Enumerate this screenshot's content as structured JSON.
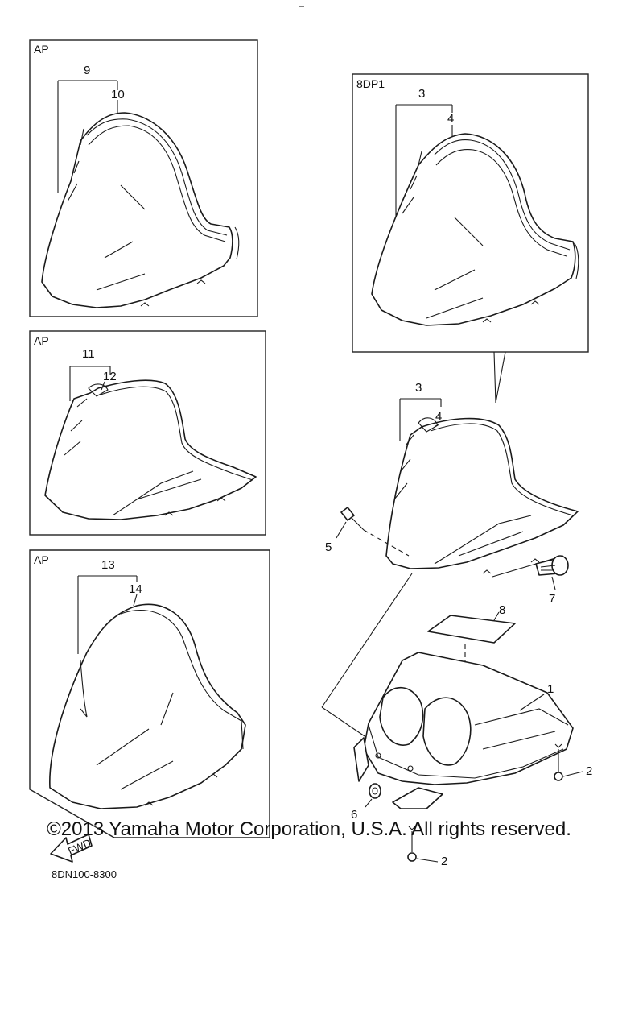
{
  "panels": {
    "top_left_tag": "AP",
    "mid_left_tag": "AP",
    "bottom_left_tag": "AP",
    "right_tag": "8DP1"
  },
  "callouts": {
    "c1": "1",
    "c2a": "2",
    "c2b": "2",
    "c3a": "3",
    "c3b": "3",
    "c4a": "4",
    "c4b": "4",
    "c5": "5",
    "c6": "6",
    "c7": "7",
    "c8": "8",
    "c9": "9",
    "c10": "10",
    "c11": "11",
    "c12": "12",
    "c13": "13",
    "c14": "14"
  },
  "fwd_label": "FWD",
  "diagram_code": "8DN100-8300",
  "copyright": "©2013 Yamaha Motor Corporation, U.S.A. All rights reserved."
}
